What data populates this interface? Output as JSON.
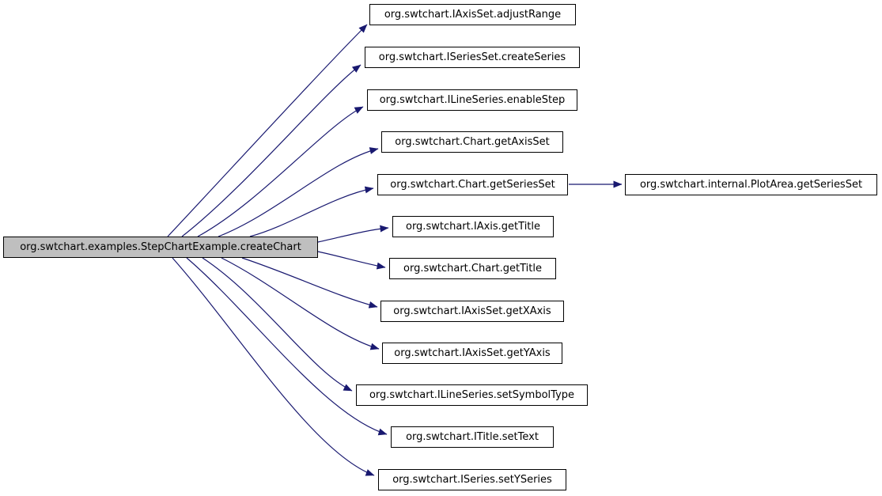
{
  "diagram": {
    "kind": "call-graph",
    "root_id": "createChart"
  },
  "colors": {
    "edge": "#191970",
    "node_fill": "#ffffff",
    "node_border": "#000000",
    "highlighted_fill": "#bfbfbf",
    "highlighted_border": "#000000",
    "text": "#000000",
    "background": "#ffffff"
  },
  "nodes": [
    {
      "id": "createChart",
      "label": "org.swtchart.examples.StepChartExample.createChart",
      "highlighted": true
    },
    {
      "id": "adjustRange",
      "label": "org.swtchart.IAxisSet.adjustRange"
    },
    {
      "id": "createSeries",
      "label": "org.swtchart.ISeriesSet.createSeries"
    },
    {
      "id": "enableStep",
      "label": "org.swtchart.ILineSeries.enableStep"
    },
    {
      "id": "getAxisSet",
      "label": "org.swtchart.Chart.getAxisSet"
    },
    {
      "id": "chartGetSeriesSet",
      "label": "org.swtchart.Chart.getSeriesSet"
    },
    {
      "id": "iaxisGetTitle",
      "label": "org.swtchart.IAxis.getTitle"
    },
    {
      "id": "chartGetTitle",
      "label": "org.swtchart.Chart.getTitle"
    },
    {
      "id": "getXAxis",
      "label": "org.swtchart.IAxisSet.getXAxis"
    },
    {
      "id": "getYAxis",
      "label": "org.swtchart.IAxisSet.getYAxis"
    },
    {
      "id": "setSymbolType",
      "label": "org.swtchart.ILineSeries.setSymbolType"
    },
    {
      "id": "setText",
      "label": "org.swtchart.ITitle.setText"
    },
    {
      "id": "setYSeries",
      "label": "org.swtchart.ISeries.setYSeries"
    },
    {
      "id": "plotAreaGetSeriesSet",
      "label": "org.swtchart.internal.PlotArea.getSeriesSet"
    }
  ],
  "edges": [
    {
      "from": "createChart",
      "to": "adjustRange"
    },
    {
      "from": "createChart",
      "to": "createSeries"
    },
    {
      "from": "createChart",
      "to": "enableStep"
    },
    {
      "from": "createChart",
      "to": "getAxisSet"
    },
    {
      "from": "createChart",
      "to": "chartGetSeriesSet"
    },
    {
      "from": "createChart",
      "to": "iaxisGetTitle"
    },
    {
      "from": "createChart",
      "to": "chartGetTitle"
    },
    {
      "from": "createChart",
      "to": "getXAxis"
    },
    {
      "from": "createChart",
      "to": "getYAxis"
    },
    {
      "from": "createChart",
      "to": "setSymbolType"
    },
    {
      "from": "createChart",
      "to": "setText"
    },
    {
      "from": "createChart",
      "to": "setYSeries"
    },
    {
      "from": "chartGetSeriesSet",
      "to": "plotAreaGetSeriesSet"
    }
  ]
}
